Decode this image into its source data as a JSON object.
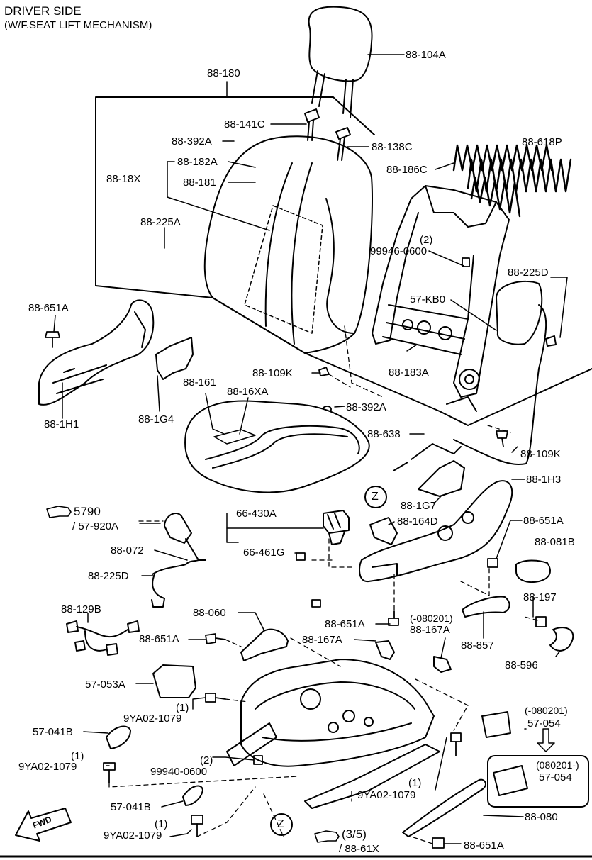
{
  "title": {
    "line1": "DRIVER SIDE",
    "line2": "(W/F.SEAT LIFT MECHANISM)"
  },
  "labels": {
    "l_88_104A": "88-104A",
    "l_88_180": "88-180",
    "l_88_141C": "88-141C",
    "l_88_392A_top": "88-392A",
    "l_88_138C": "88-138C",
    "l_88_618P": "88-618P",
    "l_88_186C": "88-186C",
    "l_88_182A": "88-182A",
    "l_88_18X": "88-18X",
    "l_88_181": "88-181",
    "l_88_225A": "88-225A",
    "l_99946_qty": "(2)",
    "l_99946": "99946-0600",
    "l_88_225D_top": "88-225D",
    "l_57_KB0": "57-KB0",
    "l_88_651A_left": "88-651A",
    "l_88_109K_mid": "88-109K",
    "l_88_183A": "88-183A",
    "l_88_161": "88-161",
    "l_88_16XA": "88-16XA",
    "l_88_1G4": "88-1G4",
    "l_88_1H1": "88-1H1",
    "l_88_392A_mid": "88-392A",
    "l_88_638": "88-638",
    "l_88_109K_right": "88-109K",
    "l_88_1H3": "88-1H3",
    "l_5790": "5790",
    "l_57_920A": "/ 57-920A",
    "l_Z_top": "Z",
    "l_88_1G7": "88-1G7",
    "l_66_430A": "66-430A",
    "l_88_164D": "88-164D",
    "l_88_651A_right": "88-651A",
    "l_88_072": "88-072",
    "l_66_461G": "66-461G",
    "l_88_081B": "88-081B",
    "l_88_225D_bot": "88-225D",
    "l_88_129B": "88-129B",
    "l_88_060": "88-060",
    "l_88_651A_mid": "88-651A",
    "l_080201_a": "(-080201)",
    "l_88_167A_right": "88-167A",
    "l_88_197": "88-197",
    "l_88_651A_l2": "88-651A",
    "l_88_167A_mid": "88-167A",
    "l_88_857": "88-857",
    "l_88_596": "88-596",
    "l_57_053A": "57-053A",
    "l_9YA02_qty1": "(1)",
    "l_9YA02_a": "9YA02-1079",
    "l_080201_b": "(-080201)",
    "l_57_054_a": "57-054",
    "l_57_041B_a": "57-041B",
    "l_9YA02_qty2": "(1)",
    "l_9YA02_b": "9YA02-1079",
    "l_99940_qty": "(2)",
    "l_99940": "99940-0600",
    "l_080201_c": "(080201-)",
    "l_57_054_b": "57-054",
    "l_9YA02_qty3": "(1)",
    "l_9YA02_c": "9YA02-1079",
    "l_57_041B_b": "57-041B",
    "l_9YA02_qty4": "(1)",
    "l_9YA02_d": "9YA02-1079",
    "l_Z_bot": "Z",
    "l_88_080": "88-080",
    "l_3_5": "(3/5)",
    "l_88_61X": "/ 88-61X",
    "l_88_651A_bot": "88-651A",
    "l_FWD": "FWD"
  }
}
